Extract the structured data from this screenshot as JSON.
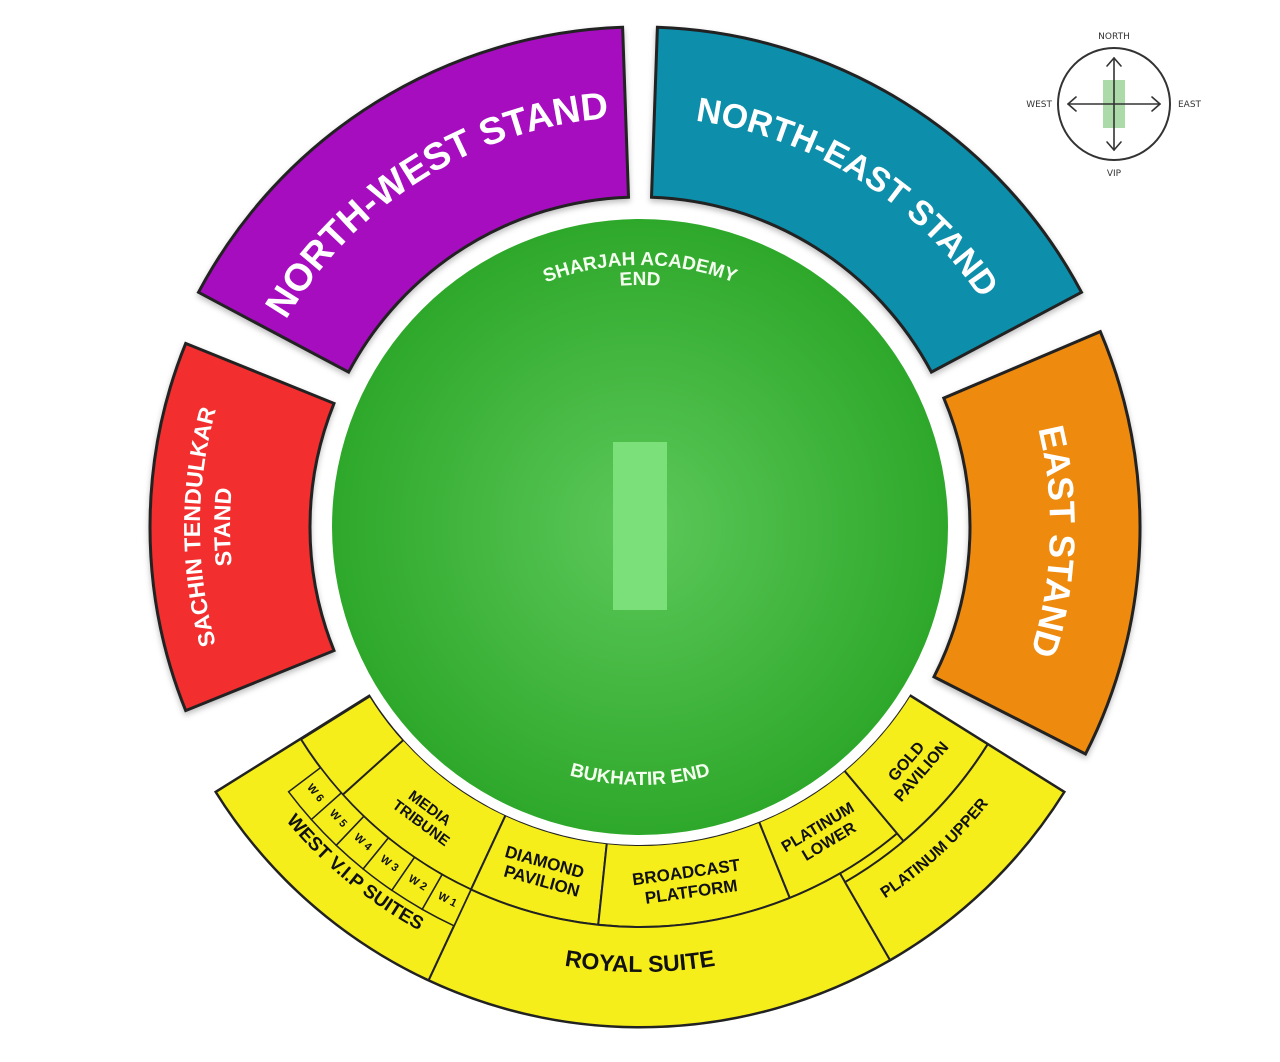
{
  "stands": {
    "north_west": {
      "label": "NORTH-WEST STAND",
      "color": "#a60fbf"
    },
    "north_east": {
      "label": "NORTH-EAST STAND",
      "color": "#0b8eaa"
    },
    "east": {
      "label": "EAST STAND",
      "color": "#ee8a0c"
    },
    "sachin": {
      "line1": "SACHIN TENDULKAR",
      "line2": "STAND",
      "color": "#f22d2f"
    },
    "media_tribune": {
      "line1": "MEDIA",
      "line2": "TRIBUNE"
    },
    "diamond_pavilion": {
      "line1": "DIAMOND",
      "line2": "PAVILION"
    },
    "broadcast_platform": {
      "line1": "BROADCAST",
      "line2": "PLATFORM"
    },
    "platinum_lower": {
      "line1": "PLATINUM",
      "line2": "LOWER"
    },
    "gold_pavilion": {
      "line1": "GOLD",
      "line2": "PAVILION"
    },
    "platinum_upper": {
      "label": "PLATINUM UPPER"
    },
    "royal_suite": {
      "label": "ROYAL SUITE"
    },
    "west_vip_suites": {
      "label": "WEST V.I.P SUITES"
    },
    "suites": [
      "W 6",
      "W 5",
      "W 4",
      "W 3",
      "W 2",
      "W 1"
    ],
    "yellow_color": "#f5ee1a"
  },
  "ground": {
    "top_end_line1": "SHARJAH ACADEMY",
    "top_end_line2": "END",
    "bottom_end": "BUKHATIR END",
    "field_color": "#2ea82a",
    "pitch_color": "#7be07a"
  },
  "compass": {
    "north": "NORTH",
    "south": "VIP",
    "east": "EAST",
    "west": "WEST"
  }
}
